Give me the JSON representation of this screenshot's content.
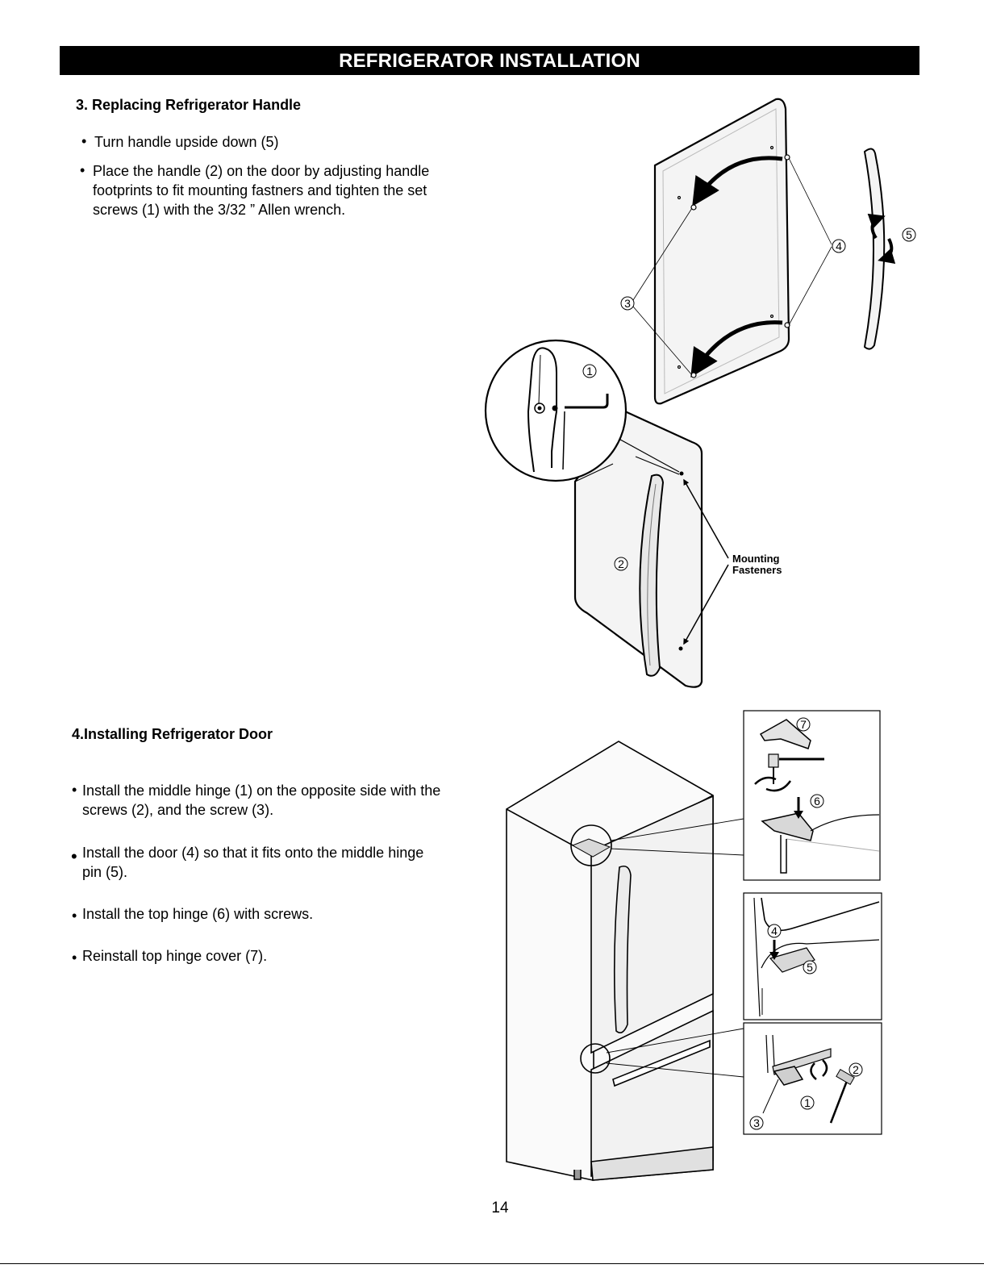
{
  "header": {
    "title": "REFRIGERATOR INSTALLATION"
  },
  "section3": {
    "heading": "3. Replacing Refrigerator Handle",
    "bullet1": "Turn handle upside down (5)",
    "bullet2_l1": "Place the handle (2) on the door by adjusting handle",
    "bullet2_l2": "footprints to fit mounting fastners and tighten the set",
    "bullet2_l3": "screws (1) with the 3/32 ” Allen wrench."
  },
  "section4": {
    "heading": "4.Installing Refrigerator Door",
    "b1_l1": "Install the middle hinge (1) on the opposite side with the",
    "b1_l2": "screws (2), and the screw (3).",
    "b2_l1": "Install the door (4) so that it fits onto the middle hinge",
    "b2_l2": "pin (5).",
    "b3": "Install the top hinge (6) with screws.",
    "b4": "Reinstall top hinge cover (7)."
  },
  "figure1": {
    "callouts": [
      "1",
      "2",
      "3",
      "4",
      "5"
    ],
    "mounting_l1": "Mounting",
    "mounting_l2": "Fasteners"
  },
  "figure2": {
    "callouts": [
      "1",
      "2",
      "3",
      "4",
      "5",
      "6",
      "7"
    ]
  },
  "footer": {
    "page_number": "14"
  }
}
